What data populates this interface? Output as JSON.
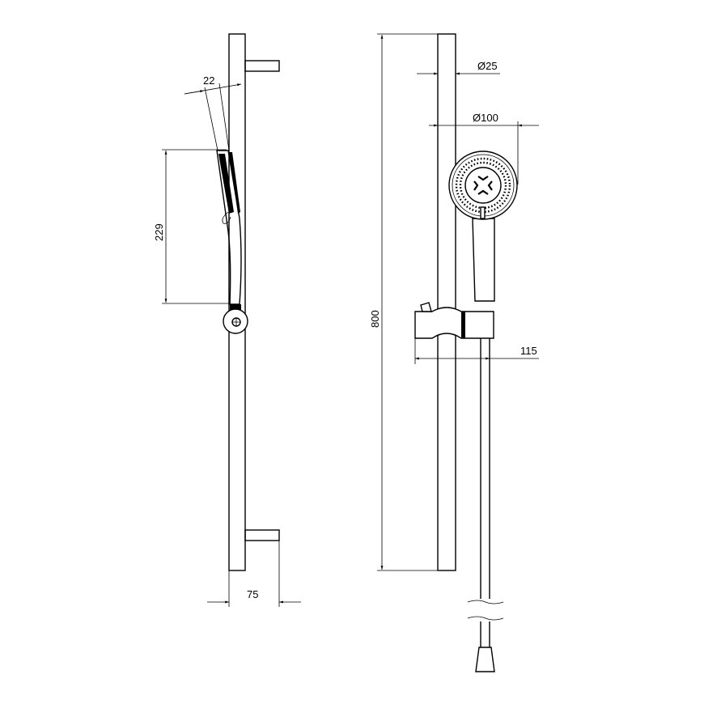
{
  "drawing": {
    "side_view": {
      "dim_handshower_thickness": "22",
      "dim_handshower_length": "229",
      "dim_wall_projection": "75"
    },
    "front_view": {
      "dim_rail_diameter": "Ø25",
      "dim_head_diameter": "Ø100",
      "dim_rail_length": "800",
      "dim_holder_projection": "115"
    },
    "line_color": "#000000",
    "background_color": "#ffffff"
  }
}
